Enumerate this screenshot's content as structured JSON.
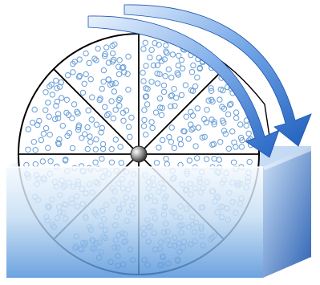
{
  "diagram": {
    "segment_count": 8,
    "rotation_direction": "clockwise",
    "arrow_count": 2,
    "has_text_labels": false
  },
  "colors": {
    "background": "#ffffff",
    "wheel_outline": "#000000",
    "wheel_face": "#ffffff",
    "pore_circle": "#6b9fd6",
    "hub": "#8a8a8a",
    "arrow_light": "#a8c8f0",
    "arrow_dark": "#1f5ebd",
    "tank_top": "#e8f2fb",
    "tank_bottom": "#4d8fd8",
    "tank_side_light": "#9cc2ee",
    "tank_side_dark": "#2c62b4"
  }
}
